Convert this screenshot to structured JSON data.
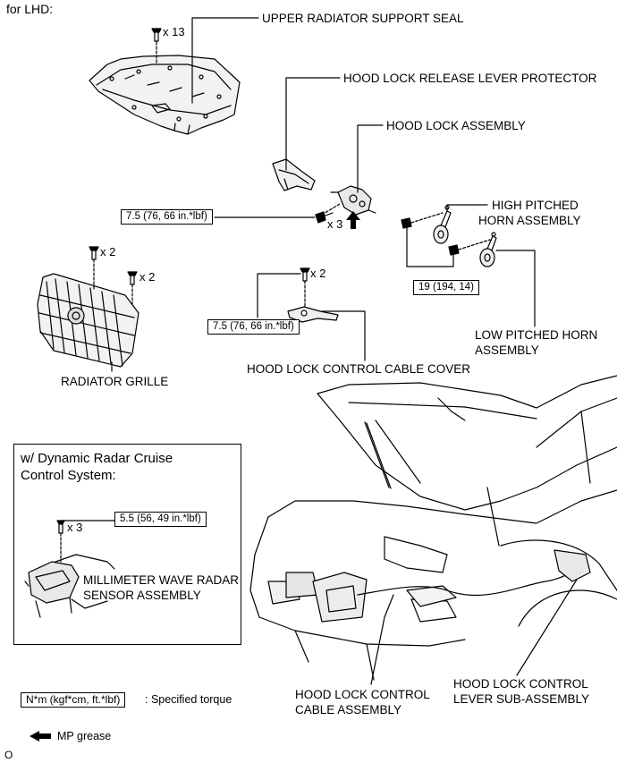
{
  "page": {
    "heading": "for LHD:",
    "footer_code": "O"
  },
  "parts": {
    "upper_radiator_support_seal": "UPPER RADIATOR SUPPORT SEAL",
    "hood_lock_release_lever_protector": "HOOD LOCK RELEASE LEVER PROTECTOR",
    "hood_lock_assembly": "HOOD LOCK ASSEMBLY",
    "high_pitched_horn_line1": "HIGH PITCHED",
    "high_pitched_horn_line2": "HORN ASSEMBLY",
    "low_pitched_horn_line1": "LOW PITCHED HORN",
    "low_pitched_horn_line2": "ASSEMBLY",
    "radiator_grille": "RADIATOR GRILLE",
    "hood_lock_control_cable_cover": "HOOD LOCK CONTROL CABLE COVER",
    "hood_lock_control_cable_line1": "HOOD LOCK CONTROL",
    "hood_lock_control_cable_line2": "CABLE ASSEMBLY",
    "hood_lock_control_lever_line1": "HOOD LOCK CONTROL",
    "hood_lock_control_lever_line2": "LEVER SUB-ASSEMBLY",
    "mmw_radar_line1": "MILLIMETER WAVE RADAR",
    "mmw_radar_line2": "SENSOR ASSEMBLY"
  },
  "quantities": {
    "seal_clips": "x 13",
    "hood_lock_bolts": "x 3",
    "grille_clips_a": "x 2",
    "grille_clips_b": "x 2",
    "cable_cover_clips": "x 2",
    "radar_bolts": "x 3"
  },
  "torques": {
    "hood_lock": "7.5 (76, 66 in.*lbf)",
    "horn": "19 (194, 14)",
    "cable_cover": "7.5 (76, 66 in.*lbf)",
    "radar": "5.5 (56, 49 in.*lbf)"
  },
  "inset": {
    "title_line1": "w/ Dynamic Radar Cruise",
    "title_line2": "Control System:"
  },
  "legend": {
    "torque_units": "N*m (kgf*cm, ft.*lbf)",
    "torque_desc": ": Specified torque",
    "grease_desc": "MP grease"
  }
}
